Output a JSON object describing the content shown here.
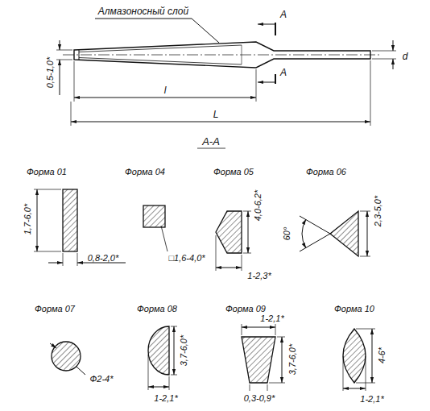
{
  "diagram": {
    "labels": [
      "Алмазоносный слой",
      "A",
      "A",
      "d",
      "0,5-1,0*",
      "l",
      "L",
      "А-А",
      "Форма 01",
      "Форма 04",
      "Форма 05",
      "Форма 06",
      "1,7-6,0*",
      "0,8-2,0*",
      "□1,6-4,0*",
      "4,0-6,2*",
      "1-2,3*",
      "60°",
      "2,3-5,0*",
      "Форма 07",
      "Форма 08",
      "Форма 09",
      "Форма 10",
      "Ф2-4*",
      "3,7-6,0*",
      "1-2,1*",
      "1-2,1*",
      "3,7-6,0*",
      "0,3-0,9*",
      "4-6*",
      "1-2,1*"
    ]
  }
}
